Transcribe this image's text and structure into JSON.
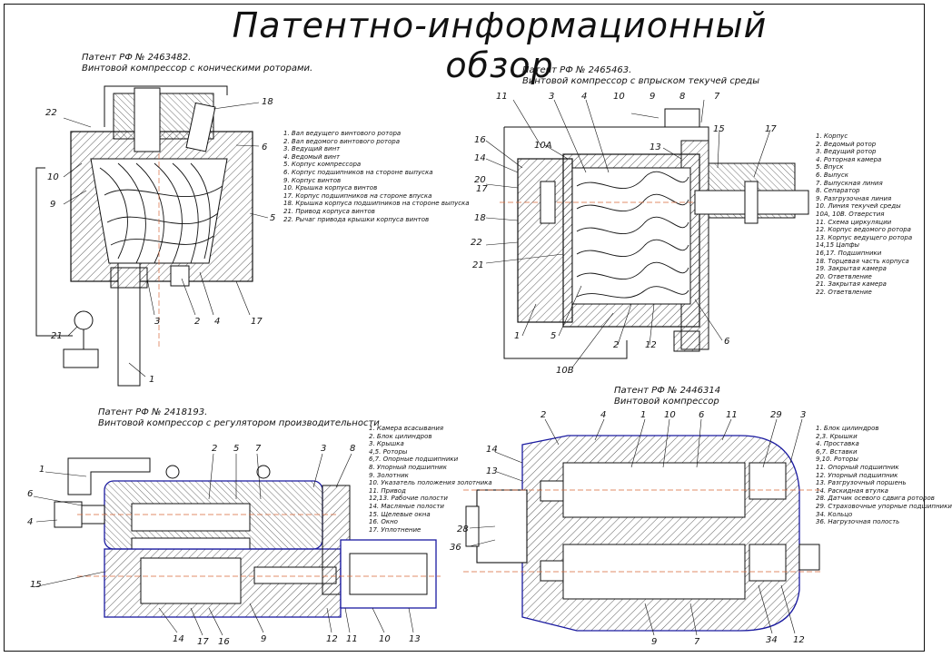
{
  "title": "Патентно-информационный обзор",
  "colors": {
    "line": "#1a1aa0",
    "ink": "#111111",
    "hatch": "#2a2a2a",
    "axis": "#d86a3a"
  },
  "panels": [
    {
      "id": "p1",
      "patent": "Патент РФ № 2463482.",
      "desc": "Винтовой компрессор с коническими роторами.",
      "legend": [
        "1. Вал ведущего винтового ротора",
        "2. Вал ведомого винтового ротора",
        "3. Ведущий винт",
        "4. Ведомый винт",
        "5. Корпус компрессора",
        "6. Корпус подшипников на стороне выпуска",
        "9. Корпус винтов",
        "10. Крышка корпуса винтов",
        "17. Корпус подшипников на стороне впуска",
        "18. Крышка корпуса подшипников на стороне выпуска",
        "21. Привод корпуса винтов",
        "22. Рычаг привода крышки корпуса винтов"
      ],
      "labels": [
        "18",
        "22",
        "6",
        "10",
        "9",
        "5",
        "3",
        "2",
        "4",
        "17",
        "21",
        "1"
      ]
    },
    {
      "id": "p2",
      "patent": "Патент РФ № 2465463.",
      "desc": "Винтовой компрессор с впрыском текучей среды",
      "legend": [
        "1. Корпус",
        "2. Ведомый ротор",
        "3. Ведущий ротор",
        "4. Роторная камера",
        "5. Впуск",
        "6. Выпуск",
        "7. Выпускная линия",
        "8. Сепаратор",
        "9. Разгрузочная линия",
        "10. Линия текучей среды",
        "10А, 10В. Отверстия",
        "11. Схема циркуляции",
        "12. Корпус ведомого ротора",
        "13. Корпус ведущего ротора",
        "14,15 Цапфы",
        "16,17. Подшипники",
        "18. Торцевая часть корпуса",
        "19. Закрытая камера",
        "20. Ответвление",
        "21. Закрытая камера",
        "22. Ответвление"
      ],
      "labels": [
        "11",
        "3",
        "4",
        "10",
        "9",
        "8",
        "7",
        "16",
        "10А",
        "13",
        "15",
        "17",
        "14",
        "20",
        "17",
        "18",
        "22",
        "21",
        "1",
        "5",
        "2",
        "12",
        "6",
        "10В"
      ]
    },
    {
      "id": "p3",
      "patent": "Патент РФ № 2418193.",
      "desc": "Винтовой компрессор с регулятором производительности",
      "legend": [
        "1. Камера всасывания",
        "2. Блок цилиндров",
        "3. Крышка",
        "4,5. Роторы",
        "6,7. Опорные подшипники",
        "8. Упорный подшипник",
        "9. Золотник",
        "10. Указатель положения золотника",
        "11. Привод",
        "12,13. Рабочие полости",
        "14. Масляные полости",
        "15. Щелевые окна",
        "16. Окно",
        "17. Уплотнение"
      ],
      "labels": [
        "1",
        "2",
        "5",
        "7",
        "3",
        "8",
        "6",
        "4",
        "15",
        "14",
        "17",
        "16",
        "9",
        "12",
        "11",
        "10",
        "13"
      ]
    },
    {
      "id": "p4",
      "patent": "Патент РФ № 2446314",
      "desc": "Винтовой компрессор",
      "legend": [
        "1. Блок цилиндров",
        "2,3. Крышки",
        "4. Проставка",
        "6,7. Вставки",
        "9,10. Роторы",
        "11. Опорный подшипник",
        "12. Упорный подшипник",
        "13. Разгрузочный поршень",
        "14. Раскидная втулка",
        "28. Датчик осевого сдвига роторов",
        "29. Страховочные упорные подшипники",
        "34. Кольцо",
        "36. Нагрузочная полость"
      ],
      "labels": [
        "2",
        "4",
        "1",
        "10",
        "6",
        "11",
        "29",
        "3",
        "14",
        "13",
        "28",
        "36",
        "9",
        "7",
        "34",
        "12"
      ]
    }
  ]
}
